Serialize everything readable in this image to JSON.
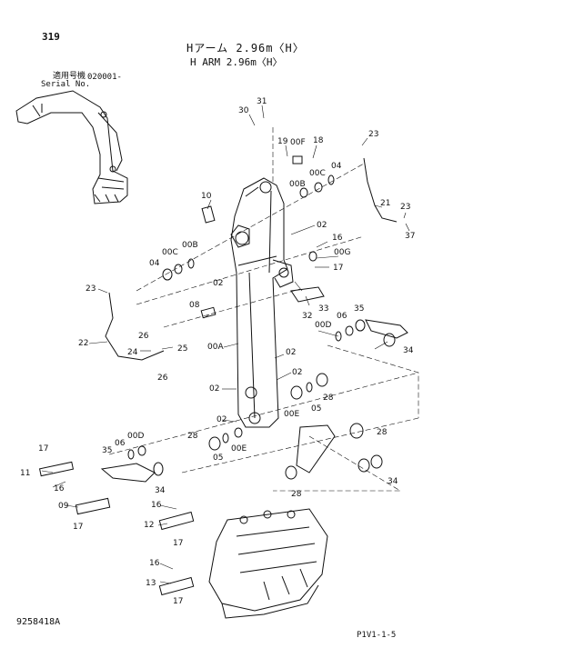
{
  "header": {
    "page_number": "319",
    "title_jp": "Hアーム 2.96m〈H〉",
    "title_en": "H ARM 2.96m〈H〉",
    "serial_label_jp": "適用号機",
    "serial_value": "020001-",
    "serial_label_en": "Serial No."
  },
  "footer": {
    "drawing_number": "9258418A",
    "page_ref": "P1V1-1-5"
  },
  "callouts": [
    "30",
    "31",
    "19",
    "00F",
    "18",
    "23",
    "00C",
    "04",
    "00B",
    "10",
    "02",
    "21",
    "23",
    "16",
    "37",
    "00C",
    "00B",
    "00G",
    "04",
    "17",
    "02",
    "23",
    "32",
    "33",
    "08",
    "35",
    "00D",
    "06",
    "26",
    "22",
    "24",
    "25",
    "00A",
    "02",
    "34",
    "26",
    "02",
    "28",
    "02",
    "05",
    "00E",
    "02",
    "28",
    "00E",
    "05",
    "28",
    "17",
    "06",
    "00D",
    "35",
    "34",
    "11",
    "16",
    "09",
    "17",
    "28",
    "16",
    "34",
    "12",
    "17",
    "16",
    "13",
    "17"
  ]
}
